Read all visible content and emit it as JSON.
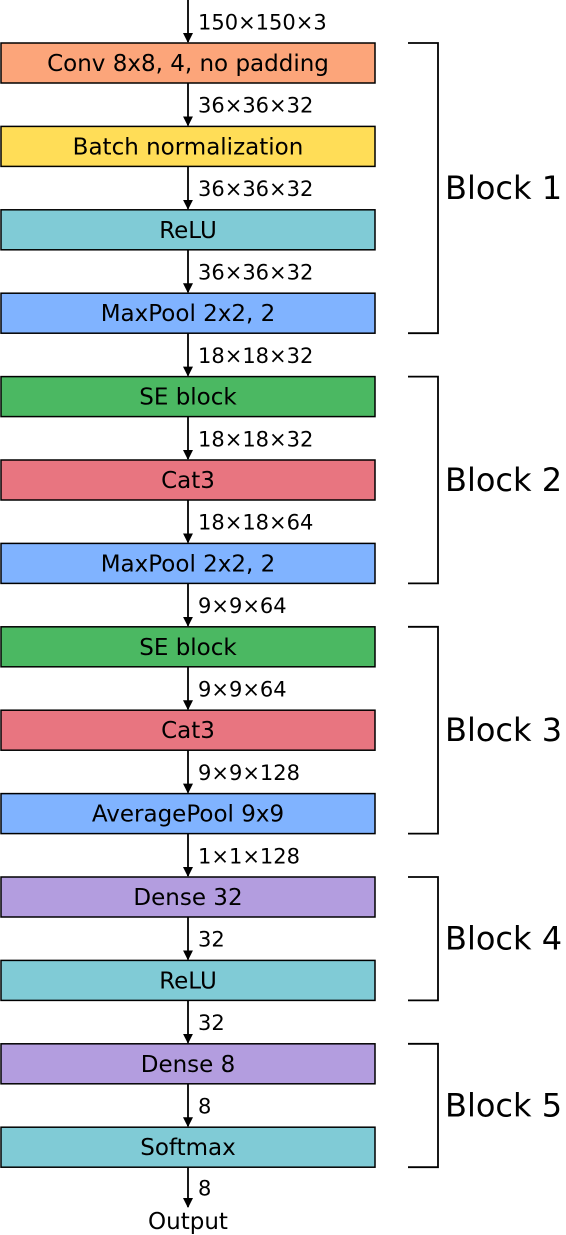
{
  "input_dim": "150×150×3",
  "layers": [
    {
      "label": "Conv 8x8, 4, no padding",
      "color": "#fca57a",
      "out_dim": "36×36×32"
    },
    {
      "label": "Batch normalization",
      "color": "#ffdd57",
      "out_dim": "36×36×32"
    },
    {
      "label": "ReLU",
      "color": "#80cbd6",
      "out_dim": "36×36×32"
    },
    {
      "label": "MaxPool 2x2, 2",
      "color": "#80b3ff",
      "out_dim": "18×18×32"
    },
    {
      "label": "SE block",
      "color": "#4bb862",
      "out_dim": "18×18×32"
    },
    {
      "label": "Cat3",
      "color": "#e87580",
      "out_dim": "18×18×64"
    },
    {
      "label": "MaxPool 2x2, 2",
      "color": "#80b3ff",
      "out_dim": "9×9×64"
    },
    {
      "label": "SE block",
      "color": "#4bb862",
      "out_dim": "9×9×64"
    },
    {
      "label": "Cat3",
      "color": "#e87580",
      "out_dim": "9×9×128"
    },
    {
      "label": "AveragePool 9x9",
      "color": "#80b3ff",
      "out_dim": "1×1×128"
    },
    {
      "label": "Dense 32",
      "color": "#b39ddf",
      "out_dim": "32"
    },
    {
      "label": "ReLU",
      "color": "#80cbd6",
      "out_dim": "32"
    },
    {
      "label": "Dense 8",
      "color": "#b39ddf",
      "out_dim": "8"
    },
    {
      "label": "Softmax",
      "color": "#80cbd6",
      "out_dim": "8"
    }
  ],
  "output_label": "Output",
  "blocks": [
    {
      "label": "Block 1",
      "first_layer": 0,
      "last_layer": 3
    },
    {
      "label": "Block 2",
      "first_layer": 4,
      "last_layer": 6
    },
    {
      "label": "Block 3",
      "first_layer": 7,
      "last_layer": 9
    },
    {
      "label": "Block 4",
      "first_layer": 10,
      "last_layer": 11
    },
    {
      "label": "Block 5",
      "first_layer": 12,
      "last_layer": 13
    }
  ]
}
